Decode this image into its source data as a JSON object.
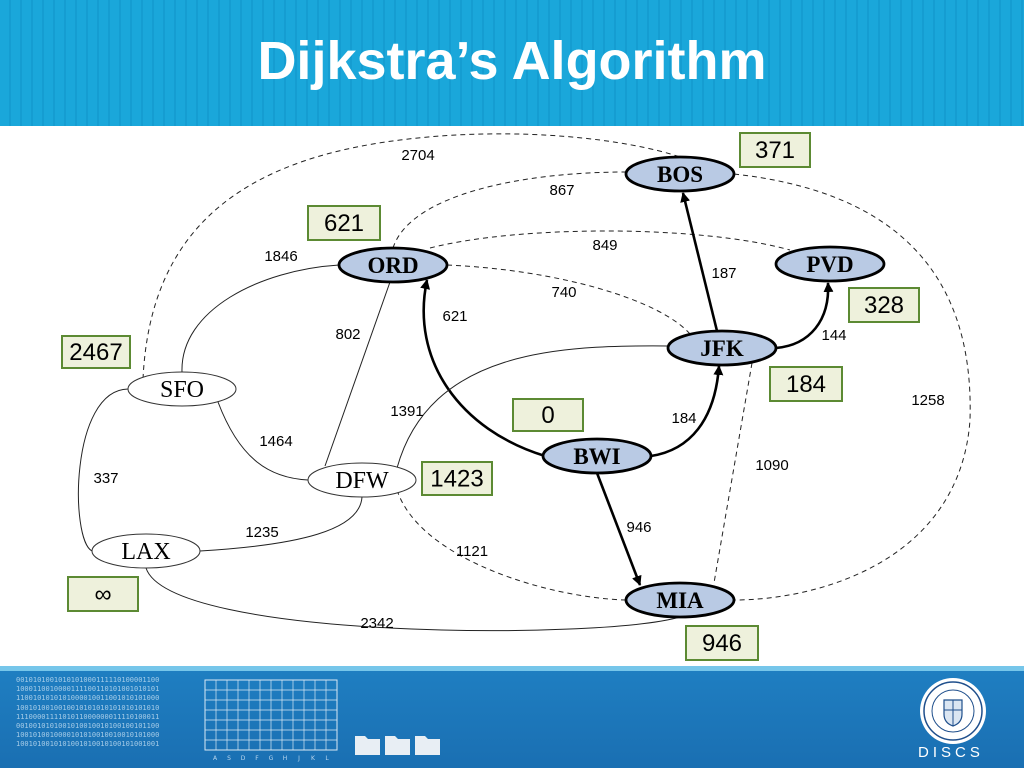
{
  "slide": {
    "title": "Dijkstra’s Algorithm",
    "footer_brand": "DISCS",
    "footer_chart_ticks": [
      "A",
      "S",
      "D",
      "F",
      "G",
      "H",
      "J",
      "K",
      "L"
    ]
  },
  "colors": {
    "header_blue": "#1aa7da",
    "footer_blue": "#1f7fc2",
    "node_highlight_fill": "#b9cae4",
    "distance_box_fill": "#eef1dc",
    "distance_box_border": "#5c8a33"
  },
  "footer_binary": [
    "0010101001010101000111110100001100",
    "1000110010000111100110101001010101",
    "1100101010101000010011001010101000",
    "1001010010010010101010101010101010",
    "1110000111101011000000011110100011",
    "0010010101001010010010100100101100",
    "1001010010000101010010010010101000",
    "1001010010101001010010100101001001"
  ],
  "graph": {
    "nodes": [
      {
        "id": "BOS",
        "label": "BOS",
        "highlighted": true
      },
      {
        "id": "ORD",
        "label": "ORD",
        "highlighted": true
      },
      {
        "id": "PVD",
        "label": "PVD",
        "highlighted": true
      },
      {
        "id": "JFK",
        "label": "JFK",
        "highlighted": true
      },
      {
        "id": "SFO",
        "label": "SFO",
        "highlighted": false
      },
      {
        "id": "BWI",
        "label": "BWI",
        "highlighted": true
      },
      {
        "id": "DFW",
        "label": "DFW",
        "highlighted": false
      },
      {
        "id": "LAX",
        "label": "LAX",
        "highlighted": false
      },
      {
        "id": "MIA",
        "label": "MIA",
        "highlighted": true
      }
    ],
    "edges": [
      {
        "from": "SFO",
        "to": "BOS",
        "weight": "2704",
        "style": "dashed"
      },
      {
        "from": "ORD",
        "to": "BOS",
        "weight": "867",
        "style": "dashed"
      },
      {
        "from": "ORD",
        "to": "PVD",
        "weight": "849",
        "style": "dashed"
      },
      {
        "from": "SFO",
        "to": "ORD",
        "weight": "1846",
        "style": "solid"
      },
      {
        "from": "JFK",
        "to": "BOS",
        "weight": "187",
        "style": "tree"
      },
      {
        "from": "ORD",
        "to": "JFK",
        "weight": "740",
        "style": "dashed"
      },
      {
        "from": "BWI",
        "to": "ORD",
        "weight": "621",
        "style": "tree"
      },
      {
        "from": "DFW",
        "to": "ORD",
        "weight": "802",
        "style": "solid"
      },
      {
        "from": "JFK",
        "to": "PVD",
        "weight": "144",
        "style": "tree"
      },
      {
        "from": "DFW",
        "to": "JFK",
        "weight": "1391",
        "style": "solid"
      },
      {
        "from": "BOS",
        "to": "MIA",
        "weight": "1258",
        "style": "dashed"
      },
      {
        "from": "SFO",
        "to": "DFW",
        "weight": "1464",
        "style": "solid"
      },
      {
        "from": "BWI",
        "to": "JFK",
        "weight": "184",
        "style": "tree"
      },
      {
        "from": "JFK",
        "to": "MIA",
        "weight": "1090",
        "style": "dashed"
      },
      {
        "from": "SFO",
        "to": "LAX",
        "weight": "337",
        "style": "solid"
      },
      {
        "from": "BWI",
        "to": "MIA",
        "weight": "946",
        "style": "tree"
      },
      {
        "from": "LAX",
        "to": "DFW",
        "weight": "1235",
        "style": "solid"
      },
      {
        "from": "DFW",
        "to": "MIA",
        "weight": "1121",
        "style": "dashed"
      },
      {
        "from": "LAX",
        "to": "MIA",
        "weight": "2342",
        "style": "solid"
      }
    ],
    "distances": [
      {
        "node": "BOS",
        "value": "371"
      },
      {
        "node": "ORD",
        "value": "621"
      },
      {
        "node": "PVD",
        "value": "328"
      },
      {
        "node": "SFO",
        "value": "2467"
      },
      {
        "node": "JFK",
        "value": "184"
      },
      {
        "node": "BWI",
        "value": "0"
      },
      {
        "node": "DFW",
        "value": "1423"
      },
      {
        "node": "LAX",
        "value": "∞"
      },
      {
        "node": "MIA",
        "value": "946"
      }
    ]
  }
}
